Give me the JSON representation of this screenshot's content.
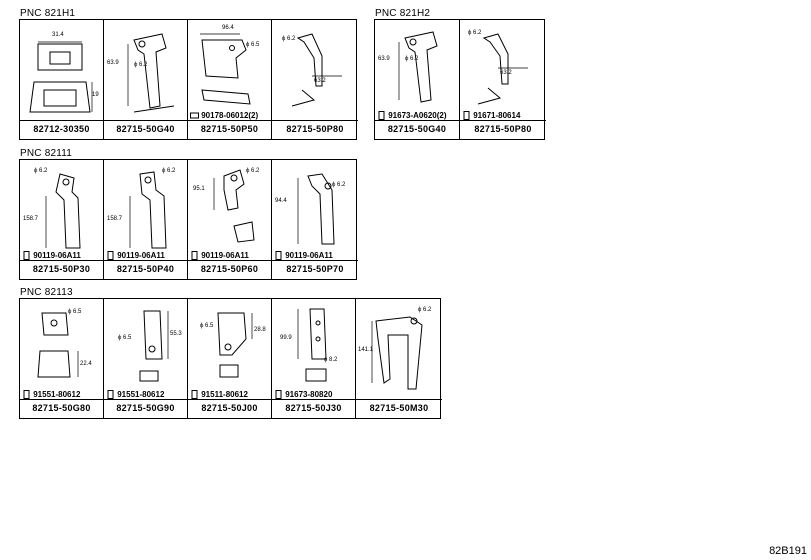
{
  "groups": [
    {
      "pnc": "PNC 821H1",
      "cells": [
        {
          "part": "82712-30350",
          "bolt": "",
          "dims": [
            "31.4",
            "19"
          ]
        },
        {
          "part": "82715-50G40",
          "bolt": "",
          "dims": [
            "63.9",
            "ϕ 6.2"
          ]
        },
        {
          "part": "82715-50P50",
          "bolt": "90178-06012(2)",
          "dims": [
            "96.4",
            "ϕ 6.5"
          ]
        },
        {
          "part": "82715-50P80",
          "bolt": "",
          "dims": [
            "ϕ 6.2",
            "63.2"
          ]
        }
      ]
    },
    {
      "pnc": "PNC 821H2",
      "cells": [
        {
          "part": "82715-50G40",
          "bolt": "91673-A0620(2)",
          "dims": [
            "63.9",
            "ϕ 6.2"
          ]
        },
        {
          "part": "82715-50P80",
          "bolt": "91671-80614",
          "dims": [
            "ϕ 6.2",
            "63.2"
          ]
        }
      ]
    },
    {
      "pnc": "PNC 82111",
      "cells": [
        {
          "part": "82715-50P30",
          "bolt": "90119-06A11",
          "dims": [
            "ϕ 6.2",
            "158.7"
          ]
        },
        {
          "part": "82715-50P40",
          "bolt": "90119-06A11",
          "dims": [
            "ϕ 6.2",
            "158.7"
          ]
        },
        {
          "part": "82715-50P60",
          "bolt": "90119-06A11",
          "dims": [
            "ϕ 6.2",
            "95.1"
          ]
        },
        {
          "part": "82715-50P70",
          "bolt": "90119-06A11",
          "dims": [
            "ϕ 6.2",
            "94.4"
          ]
        }
      ]
    },
    {
      "pnc": "PNC 82113",
      "cells": [
        {
          "part": "82715-50G80",
          "bolt": "91551-80612",
          "dims": [
            "ϕ 6.5",
            "22.4"
          ]
        },
        {
          "part": "82715-50G90",
          "bolt": "91551-80612",
          "dims": [
            "ϕ 6.5",
            "55.3"
          ]
        },
        {
          "part": "82715-50J00",
          "bolt": "91511-80612",
          "dims": [
            "ϕ 6.5",
            "28.8"
          ]
        },
        {
          "part": "82715-50J30",
          "bolt": "91673-80820",
          "dims": [
            "99.9",
            "ϕ 8.2"
          ]
        },
        {
          "part": "82715-50M30",
          "bolt": "",
          "dims": [
            "141.1",
            "ϕ 6.2"
          ]
        }
      ]
    }
  ],
  "figure_code": "82B191"
}
